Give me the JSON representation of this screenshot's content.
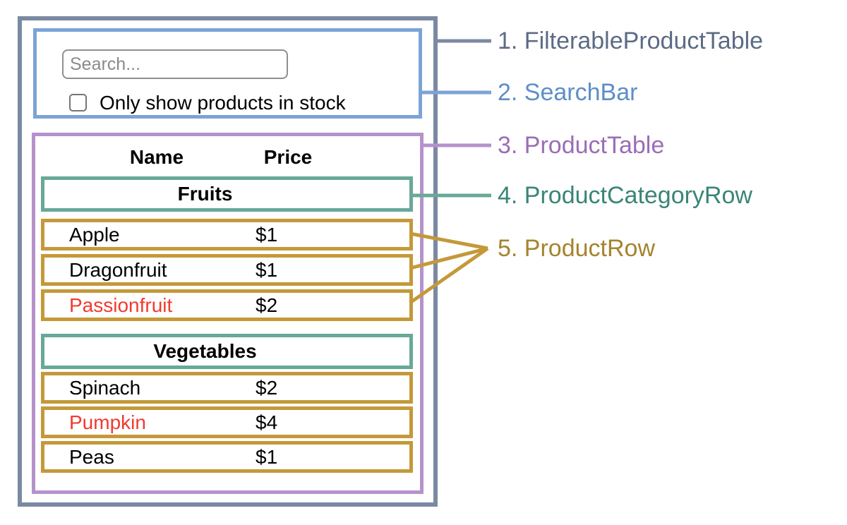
{
  "mockup": {
    "search_bar": {
      "input_placeholder": "Search...",
      "checkbox_label": "Only show products in stock"
    },
    "table": {
      "headers": [
        "Name",
        "Price"
      ],
      "sections": [
        {
          "category": "Fruits",
          "rows": [
            {
              "name": "Apple",
              "price": "$1",
              "highlighted": false
            },
            {
              "name": "Dragonfruit",
              "price": "$1",
              "highlighted": false
            },
            {
              "name": "Passionfruit",
              "price": "$2",
              "highlighted": true
            }
          ]
        },
        {
          "category": "Vegetables",
          "rows": [
            {
              "name": "Spinach",
              "price": "$2",
              "highlighted": false
            },
            {
              "name": "Pumpkin",
              "price": "$4",
              "highlighted": true
            },
            {
              "name": "Peas",
              "price": "$1",
              "highlighted": false
            }
          ]
        }
      ]
    }
  },
  "legend": {
    "items": [
      {
        "text": "1. FilterableProductTable",
        "color": "#5c6b85"
      },
      {
        "text": "2. SearchBar",
        "color": "#5d8ec7"
      },
      {
        "text": "3. ProductTable",
        "color": "#9b6db6"
      },
      {
        "text": "4. ProductCategoryRow",
        "color": "#3a8577"
      },
      {
        "text": "5. ProductRow",
        "color": "#a5842e"
      }
    ]
  },
  "colors": {
    "outline_filterable_product_table": "#7b89a2",
    "outline_search_bar": "#7ba3d6",
    "outline_product_table": "#b592cc",
    "outline_product_category_row": "#68a898",
    "outline_product_row": "#c49939",
    "highlighted_product_text": "#f23a2e"
  }
}
